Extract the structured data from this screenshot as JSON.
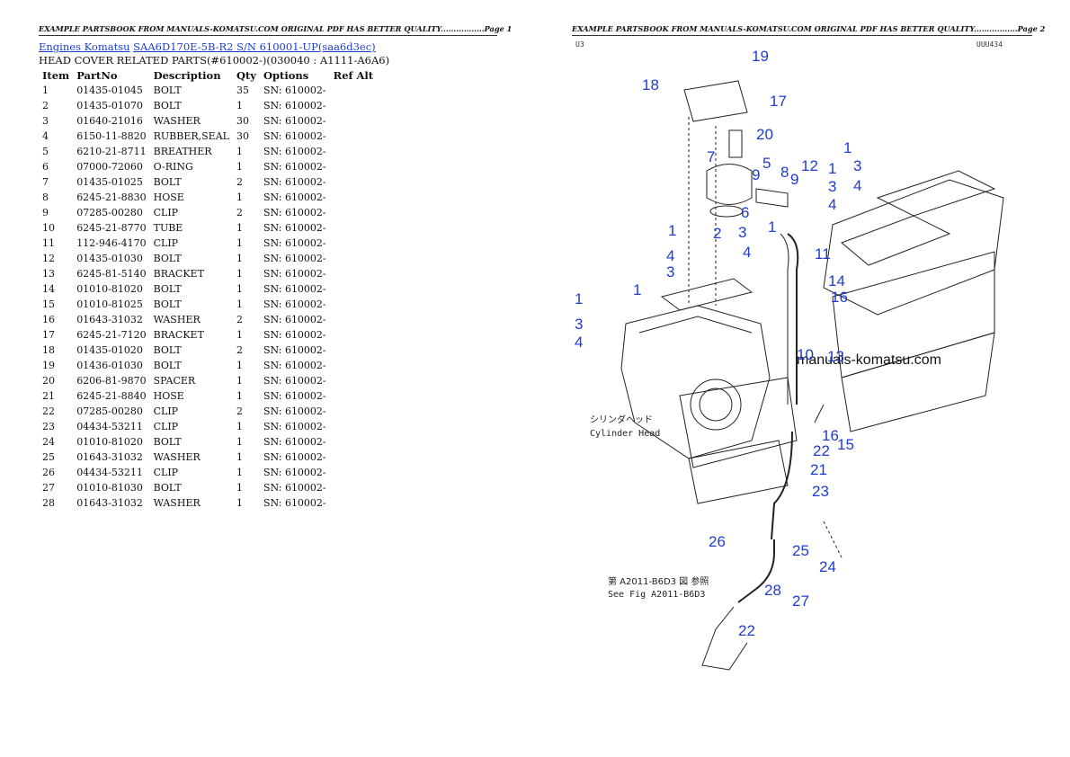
{
  "page1_header": "EXAMPLE PARTSBOOK FROM MANUALS-KOMATSU.COM ORIGINAL PDF HAS BETTER QUALITY.................Page 1",
  "page2_header": "EXAMPLE PARTSBOOK FROM MANUALS-KOMATSU.COM ORIGINAL PDF HAS BETTER QUALITY.................Page 2",
  "breadcrumb": {
    "link1": "Engines Komatsu",
    "link2": "SAA6D170E-5B-R2 S/N 610001-UP(saa6d3ec)"
  },
  "subtitle": "HEAD COVER RELATED PARTS(#610002-)(030040 : A1111-A6A6)",
  "columns": [
    "Item",
    "PartNo",
    "Description",
    "Qty",
    "Options",
    "Ref Alt"
  ],
  "rows": [
    [
      "1",
      "01435-01045",
      "BOLT",
      "35",
      "SN: 610002-",
      ""
    ],
    [
      "2",
      "01435-01070",
      "BOLT",
      "1",
      "SN: 610002-",
      ""
    ],
    [
      "3",
      "01640-21016",
      "WASHER",
      "30",
      "SN: 610002-",
      ""
    ],
    [
      "4",
      "6150-11-8820",
      "RUBBER,SEAL",
      "30",
      "SN: 610002-",
      ""
    ],
    [
      "5",
      "6210-21-8711",
      "BREATHER",
      "1",
      "SN: 610002-",
      ""
    ],
    [
      "6",
      "07000-72060",
      "O-RING",
      "1",
      "SN: 610002-",
      ""
    ],
    [
      "7",
      "01435-01025",
      "BOLT",
      "2",
      "SN: 610002-",
      ""
    ],
    [
      "8",
      "6245-21-8830",
      "HOSE",
      "1",
      "SN: 610002-",
      ""
    ],
    [
      "9",
      "07285-00280",
      "CLIP",
      "2",
      "SN: 610002-",
      ""
    ],
    [
      "10",
      "6245-21-8770",
      "TUBE",
      "1",
      "SN: 610002-",
      ""
    ],
    [
      "11",
      "112-946-4170",
      "CLIP",
      "1",
      "SN: 610002-",
      ""
    ],
    [
      "12",
      "01435-01030",
      "BOLT",
      "1",
      "SN: 610002-",
      ""
    ],
    [
      "13",
      "6245-81-5140",
      "BRACKET",
      "1",
      "SN: 610002-",
      ""
    ],
    [
      "14",
      "01010-81020",
      "BOLT",
      "1",
      "SN: 610002-",
      ""
    ],
    [
      "15",
      "01010-81025",
      "BOLT",
      "1",
      "SN: 610002-",
      ""
    ],
    [
      "16",
      "01643-31032",
      "WASHER",
      "2",
      "SN: 610002-",
      ""
    ],
    [
      "17",
      "6245-21-7120",
      "BRACKET",
      "1",
      "SN: 610002-",
      ""
    ],
    [
      "18",
      "01435-01020",
      "BOLT",
      "2",
      "SN: 610002-",
      ""
    ],
    [
      "19",
      "01436-01030",
      "BOLT",
      "1",
      "SN: 610002-",
      ""
    ],
    [
      "20",
      "6206-81-9870",
      "SPACER",
      "1",
      "SN: 610002-",
      ""
    ],
    [
      "21",
      "6245-21-8840",
      "HOSE",
      "1",
      "SN: 610002-",
      ""
    ],
    [
      "22",
      "07285-00280",
      "CLIP",
      "2",
      "SN: 610002-",
      ""
    ],
    [
      "23",
      "04434-53211",
      "CLIP",
      "1",
      "SN: 610002-",
      ""
    ],
    [
      "24",
      "01010-81020",
      "BOLT",
      "1",
      "SN: 610002-",
      ""
    ],
    [
      "25",
      "01643-31032",
      "WASHER",
      "1",
      "SN: 610002-",
      ""
    ],
    [
      "26",
      "04434-53211",
      "CLIP",
      "1",
      "SN: 610002-",
      ""
    ],
    [
      "27",
      "01010-81030",
      "BOLT",
      "1",
      "SN: 610002-",
      ""
    ],
    [
      "28",
      "01643-31032",
      "WASHER",
      "1",
      "SN: 610002-",
      ""
    ]
  ],
  "diagram": {
    "corner_left": "U3",
    "corner_right": "UUU434",
    "watermark": "manuals-komatsu.com",
    "label_jp_head": "シリンダヘッド",
    "label_cylinder_head": "Cylinder Head",
    "label_jp_ref": "第 A2011-B6D3 図 参照",
    "label_see_fig": "See Fig A2011-B6D3",
    "callouts": [
      "19",
      "18",
      "17",
      "20",
      "7",
      "5",
      "9",
      "8",
      "9",
      "6",
      "12",
      "1",
      "3",
      "4",
      "1",
      "3",
      "4",
      "1",
      "2",
      "3",
      "4",
      "3",
      "4",
      "1",
      "11",
      "1",
      "3",
      "4",
      "1",
      "14",
      "16",
      "10",
      "13",
      "16",
      "22",
      "15",
      "21",
      "23",
      "26",
      "25",
      "24",
      "28",
      "27",
      "22"
    ],
    "callout_color": "#1f3bd0"
  }
}
